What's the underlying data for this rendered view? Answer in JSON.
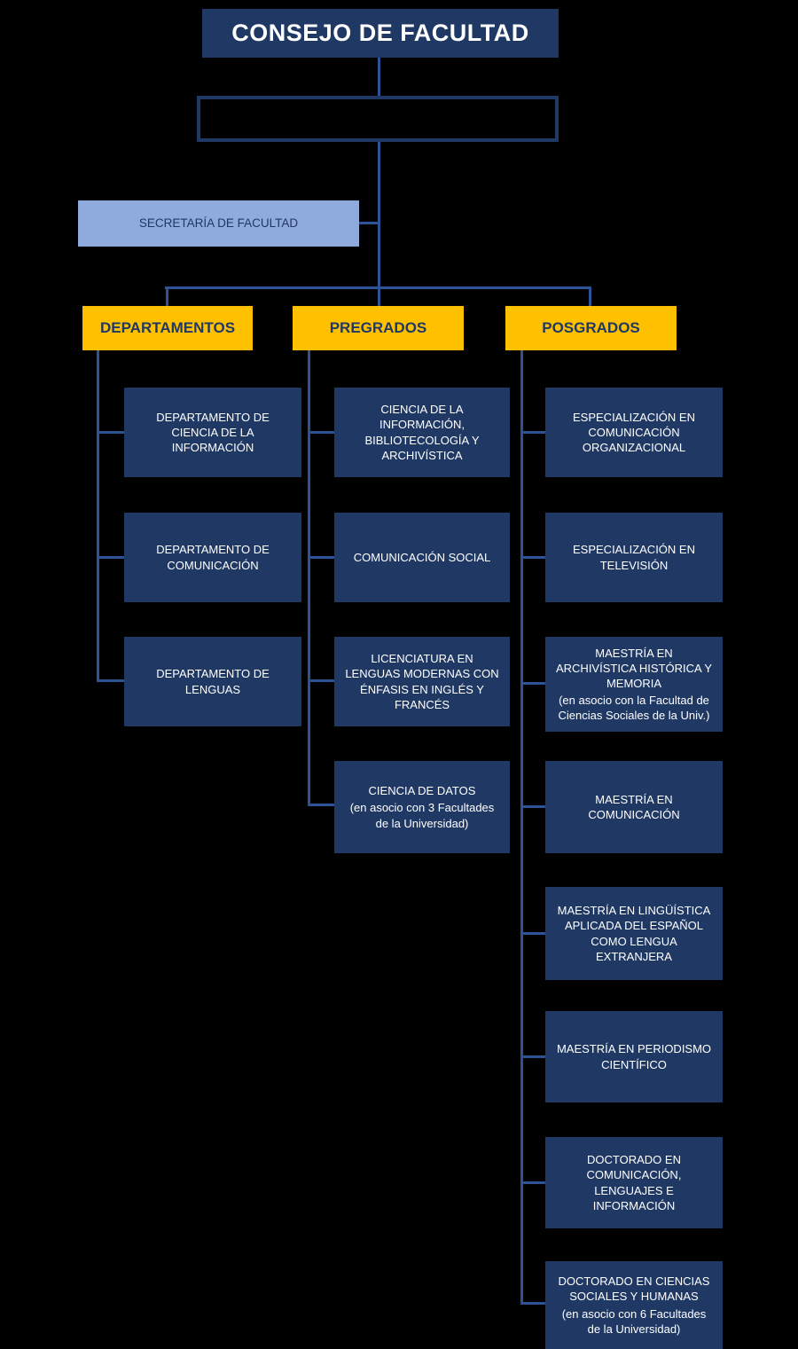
{
  "title": "CONSEJO DE FACULTAD",
  "secretaria": "SECRETARÍA DE FACULTAD",
  "colors": {
    "background": "#000000",
    "box_navy": "#1F3864",
    "accent_gold": "#FFC000",
    "secretaria_blue": "#8FAADC",
    "line_blue": "#2E5395",
    "text_light": "#FFFFFF"
  },
  "columns": [
    {
      "header": "DEPARTAMENTOS",
      "items": [
        {
          "label": "DEPARTAMENTO DE CIENCIA DE LA INFORMACIÓN"
        },
        {
          "label": "DEPARTAMENTO DE COMUNICACIÓN"
        },
        {
          "label": "DEPARTAMENTO DE LENGUAS"
        }
      ]
    },
    {
      "header": "PREGRADOS",
      "items": [
        {
          "label": "CIENCIA DE LA INFORMACIÓN, BIBLIOTECOLOGÍA Y ARCHIVÍSTICA"
        },
        {
          "label": "COMUNICACIÓN SOCIAL"
        },
        {
          "label": "LICENCIATURA EN LENGUAS MODERNAS CON ÉNFASIS EN INGLÉS Y FRANCÉS"
        },
        {
          "label": "CIENCIA DE DATOS",
          "note": "(en asocio con 3 Facultades de la Universidad)"
        }
      ]
    },
    {
      "header": "POSGRADOS",
      "items": [
        {
          "label": "ESPECIALIZACIÓN EN COMUNICACIÓN ORGANIZACIONAL"
        },
        {
          "label": "ESPECIALIZACIÓN EN TELEVISIÓN"
        },
        {
          "label": "MAESTRÍA EN ARCHIVÍSTICA HISTÓRICA Y MEMORIA",
          "note": "(en asocio con la Facultad de Ciencias Sociales de la Univ.)"
        },
        {
          "label": "MAESTRÍA EN COMUNICACIÓN"
        },
        {
          "label": "MAESTRÍA EN LINGÜÍSTICA APLICADA DEL ESPAÑOL COMO LENGUA EXTRANJERA"
        },
        {
          "label": "MAESTRÍA EN PERIODISMO CIENTÍFICO"
        },
        {
          "label": "DOCTORADO EN COMUNICACIÓN, LENGUAJES E INFORMACIÓN"
        },
        {
          "label": "DOCTORADO EN CIENCIAS SOCIALES Y HUMANAS",
          "note": "(en asocio con 6 Facultades de la Universidad)"
        }
      ]
    }
  ]
}
